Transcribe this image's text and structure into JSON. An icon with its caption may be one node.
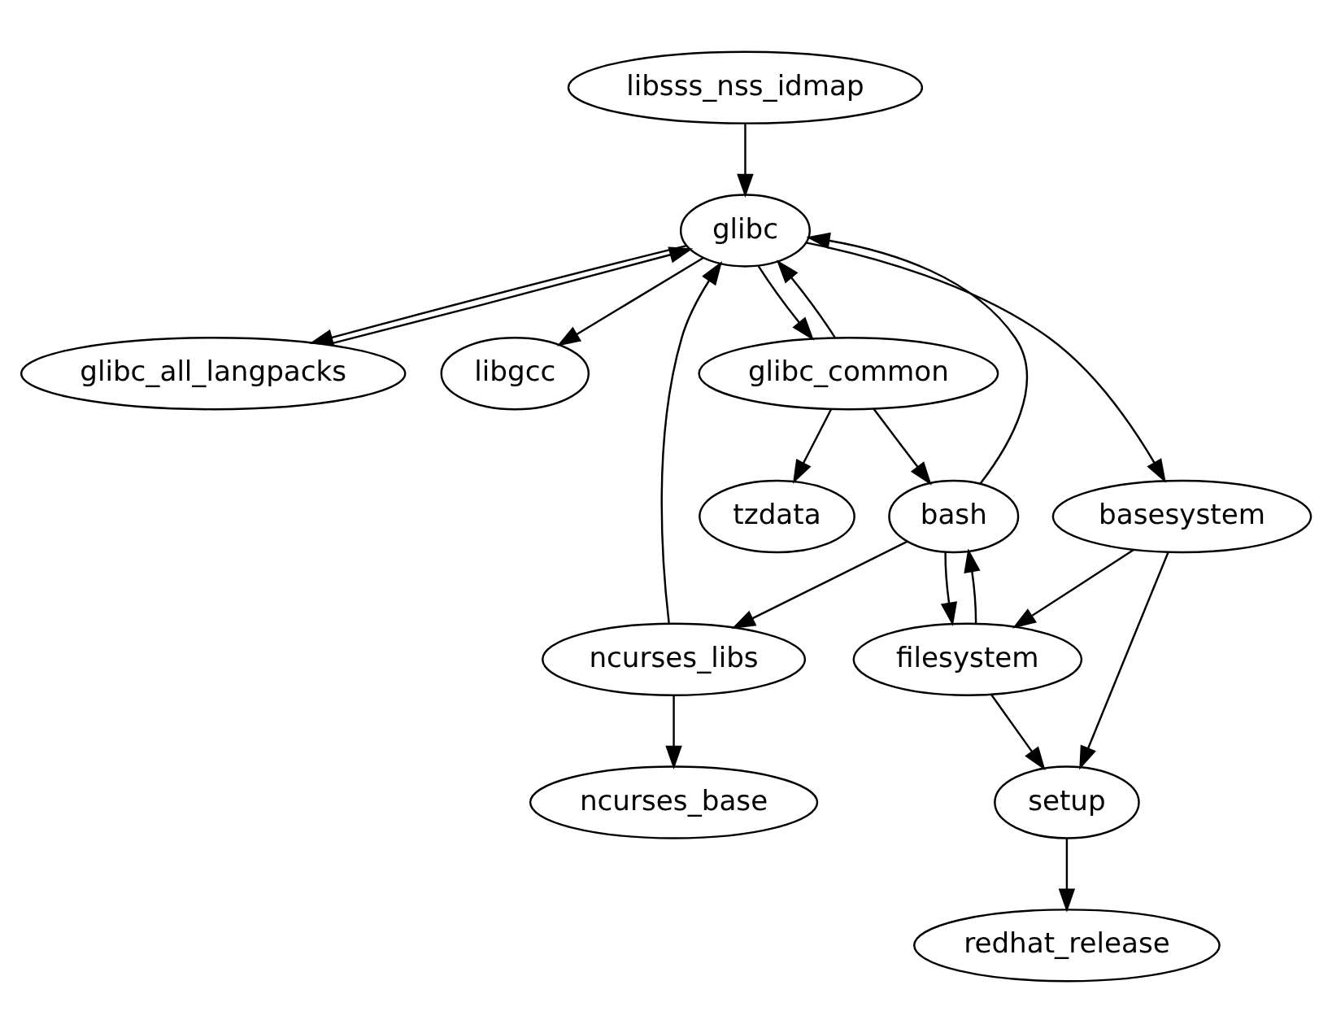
{
  "diagram": {
    "nodes": [
      {
        "text": [
          "libsss_nss_idmap"
        ]
      },
      {
        "text": [
          "glibc"
        ]
      },
      {
        "text": [
          "glibc_all_langpacks"
        ]
      },
      {
        "text": [
          "libgcc"
        ]
      },
      {
        "text": [
          "glibc_common"
        ]
      },
      {
        "text": [
          "tzdata"
        ]
      },
      {
        "text": [
          "bash"
        ]
      },
      {
        "text": [
          "basesystem"
        ]
      },
      {
        "text": [
          "ncurses_libs"
        ]
      },
      {
        "text": [
          "filesystem"
        ]
      },
      {
        "text": [
          "setup"
        ]
      },
      {
        "text": [
          "ncurses_base"
        ]
      },
      {
        "text": [
          "redhat_release"
        ]
      }
    ],
    "edges": [
      {
        "from": 0,
        "to": 1,
        "arrow": "to"
      },
      {
        "from": 1,
        "to": 2,
        "arrow": "to"
      },
      {
        "from": 2,
        "to": 1,
        "arrow": "to"
      },
      {
        "from": 1,
        "to": 3,
        "arrow": "to"
      },
      {
        "from": 1,
        "to": 4,
        "arrow": "to"
      },
      {
        "from": 4,
        "to": 1,
        "arrow": "to"
      },
      {
        "from": 1,
        "to": 7,
        "arrow": "to"
      },
      {
        "from": 4,
        "to": 5,
        "arrow": "to"
      },
      {
        "from": 4,
        "to": 6,
        "arrow": "to"
      },
      {
        "from": 6,
        "to": 1,
        "arrow": "to"
      },
      {
        "from": 6,
        "to": 8,
        "arrow": "to"
      },
      {
        "from": 6,
        "to": 9,
        "arrow": "to"
      },
      {
        "from": 9,
        "to": 6,
        "arrow": "to"
      },
      {
        "from": 8,
        "to": 1,
        "arrow": "to"
      },
      {
        "from": 8,
        "to": 11,
        "arrow": "to"
      },
      {
        "from": 7,
        "to": 9,
        "arrow": "to"
      },
      {
        "from": 7,
        "to": 10,
        "arrow": "to"
      },
      {
        "from": 9,
        "to": 10,
        "arrow": "to"
      },
      {
        "from": 10,
        "to": 12,
        "arrow": "to"
      }
    ]
  }
}
